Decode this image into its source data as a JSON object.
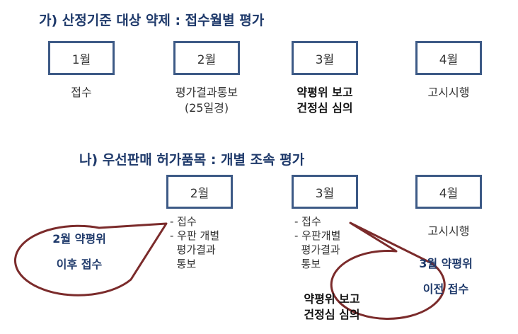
{
  "section_a": {
    "title": "가) 산정기준 대상 약제 : 접수월별 평가",
    "months": [
      "1월",
      "2월",
      "3월",
      "4월"
    ],
    "step1": "접수",
    "step2_line1": "평가결과통보",
    "step2_line2": "(25일경)",
    "step3_line1": "약평위 보고",
    "step3_line2": "건정심 심의",
    "step4": "고시시행"
  },
  "section_b": {
    "title": "나) 우선판매 허가품목 : 개별 조속 평가",
    "months": [
      "2월",
      "3월",
      "4월"
    ],
    "list_feb": [
      "- 접수",
      "- 우판 개별",
      "  평가결과",
      "  통보"
    ],
    "list_mar": [
      "- 접수",
      "- 우판개별",
      "  평가결과",
      "  통보"
    ],
    "mar_bold_line1": "약평위 보고",
    "mar_bold_line2": "건정심 심의",
    "apr_label": "고시시행"
  },
  "callouts": {
    "left_line1": "2월 약평위",
    "left_line2": "이후 접수",
    "right_line1": "3월 약평위",
    "right_line2": "이전 접수"
  },
  "colors": {
    "box_border": "#3d5a86",
    "heading": "#1f3a6b",
    "callout_border": "#7b2b2b"
  }
}
